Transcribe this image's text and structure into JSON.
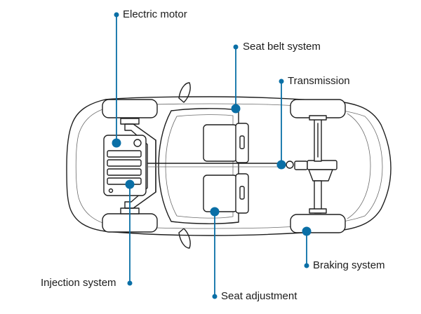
{
  "labels": {
    "electric_motor": "Electric motor",
    "seat_belt_system": "Seat belt system",
    "transmission": "Transmission",
    "braking_system": "Braking system",
    "injection_system": "Injection system",
    "seat_adjustment": "Seat adjustment"
  },
  "colors": {
    "accent": "#0a6fa6",
    "outline": "#1f1f1f",
    "text": "#1c1c1c"
  }
}
